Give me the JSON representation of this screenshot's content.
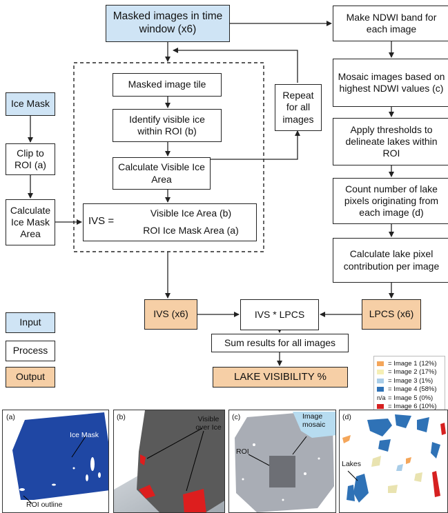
{
  "flow": {
    "masked": "Masked images in time window (x6)",
    "ndwi": "Make NDWI band for each image",
    "mosaic": "Mosaic images based on highest NDWI values (c)",
    "thresholds": "Apply thresholds to delineate lakes within ROI",
    "count": "Count number of lake pixels originating from each image (d)",
    "contribution": "Calculate lake pixel contribution per image",
    "tile": "Masked image tile",
    "identify": "Identify visible ice within ROI (b)",
    "calc_visible": "Calculate Visible Ice Area",
    "repeat": "Repeat for all images",
    "ice_mask": "Ice Mask",
    "clip": "Clip to ROI (a)",
    "calc_mask": "Calculate Ice Mask Area",
    "ivs_label": "IVS =",
    "ivs_num": "Visible Ice Area (b)",
    "ivs_den": "ROI Ice Mask Area (a)",
    "ivs6": "IVS (x6)",
    "ivs_lpcs": "IVS * LPCS",
    "lpcs6": "LPCS (x6)",
    "sum": "Sum results for all images",
    "lake_vis": "LAKE VISIBILITY %"
  },
  "key": {
    "input": "Input",
    "process": "Process",
    "output": "Output"
  },
  "colors": {
    "input": "#cfe4f5",
    "process": "#ffffff",
    "output": "#f6cfa6"
  },
  "legend": [
    {
      "label": "= Image 1 (12%)",
      "color": "#f4a65a"
    },
    {
      "label": "= Image 2 (17%)",
      "color": "#f5efb5"
    },
    {
      "label": "= Image 3 (1%)",
      "color": "#a9cde8"
    },
    {
      "label": "= Image 4 (58%)",
      "color": "#2f72b6"
    },
    {
      "label": "= Image 5 (0%)",
      "color": "",
      "mark": "n/a"
    },
    {
      "label": "= Image 6 (10%)",
      "color": "#d62020"
    }
  ],
  "panels": {
    "a": {
      "tag": "(a)",
      "ice_mask": "Ice Mask",
      "roi": "ROI outline"
    },
    "b": {
      "tag": "(b)",
      "visible": "Visible over Ice"
    },
    "c": {
      "tag": "(c)",
      "roi": "ROI",
      "mosaic": "Image mosaic"
    },
    "d": {
      "tag": "(d)",
      "lakes": "Lakes"
    }
  }
}
